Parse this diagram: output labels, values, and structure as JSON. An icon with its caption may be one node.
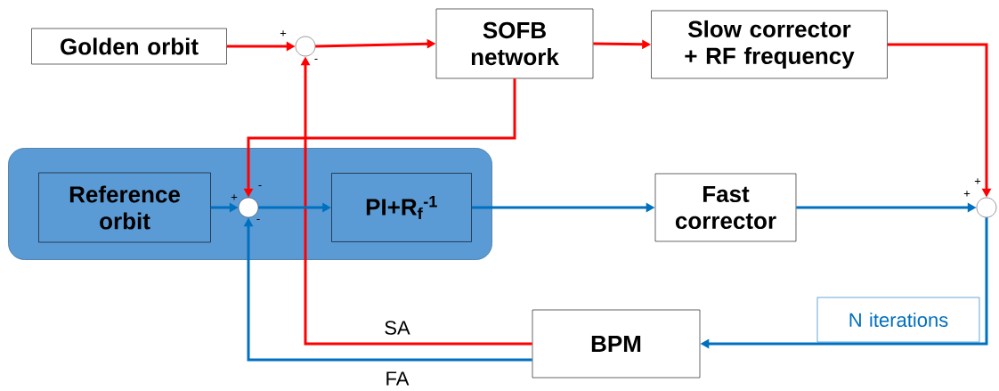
{
  "diagram": {
    "nodes": [
      {
        "text": [
          "Golden orbit"
        ]
      },
      {
        "text": [],
        "shape": "circle"
      },
      {
        "text": [
          "SOFB network"
        ]
      },
      {
        "text": [
          "Slow corrector + RF frequency"
        ]
      },
      {
        "text": [],
        "shape": "box"
      },
      {
        "text": [
          "Reference orbit"
        ],
        "in": 4
      },
      {
        "text": [],
        "shape": "circle",
        "in": 4
      },
      {
        "text": [
          "PI+R$_{f}$$^{-1}$"
        ],
        "in": 4
      },
      {
        "text": [
          "Fast corrector"
        ]
      },
      {
        "text": [],
        "shape": "circle"
      },
      {
        "text": [
          "BPM"
        ]
      },
      {
        "text": [
          "N iterations"
        ]
      }
    ],
    "edges": [
      {
        "from": 0,
        "to": 1,
        "arrow": "to",
        "color": "#ff0000"
      },
      {
        "from": 1,
        "to": 2,
        "arrow": "to",
        "color": "#ff0000"
      },
      {
        "from": 2,
        "to": 3,
        "arrow": "to",
        "color": "#ff0000"
      },
      {
        "from": 2,
        "to": 6,
        "arrow": "to",
        "color": "#ff0000"
      },
      {
        "from": 3,
        "to": 9,
        "arrow": "to",
        "color": "#ff0000"
      },
      {
        "from": 10,
        "to": 1,
        "arrow": "to",
        "color": "#ff0000",
        "label": "SA"
      },
      {
        "from": 5,
        "to": 6,
        "arrow": "to",
        "color": "#0070c0"
      },
      {
        "from": 6,
        "to": 7,
        "arrow": "to",
        "color": "#0070c0"
      },
      {
        "from": 7,
        "to": 8,
        "arrow": "to",
        "color": "#0070c0"
      },
      {
        "from": 8,
        "to": 9,
        "arrow": "to",
        "color": "#0070c0"
      },
      {
        "from": 9,
        "to": 10,
        "arrow": "to",
        "color": "#0070c0"
      },
      {
        "from": 10,
        "to": 6,
        "arrow": "to",
        "color": "#0070c0",
        "label": "FA"
      }
    ],
    "labels": [
      "+",
      "-",
      "+",
      "-",
      "-",
      "+",
      "+"
    ]
  }
}
